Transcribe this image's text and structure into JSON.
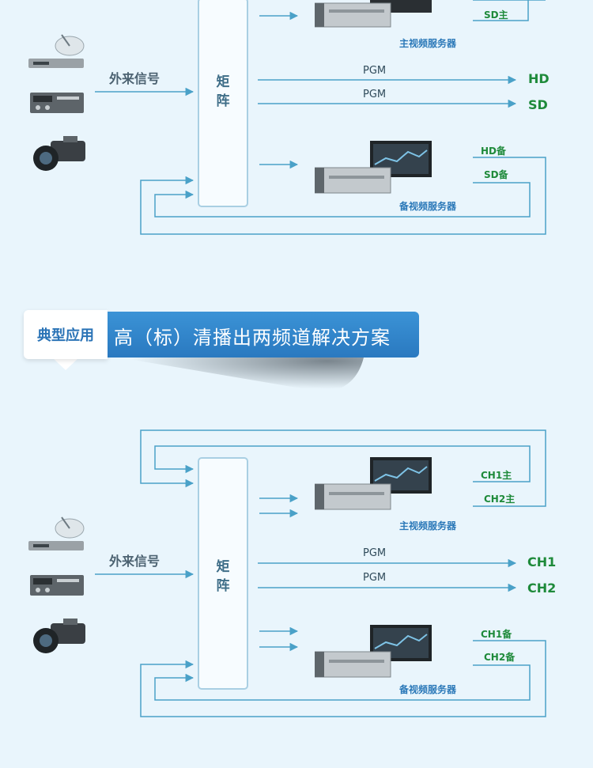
{
  "section1": {
    "source_label": "外来信号",
    "matrix_label": [
      "矩",
      "阵"
    ],
    "main_server_caption": "主视频服务器",
    "backup_server_caption": "备视频服务器",
    "main_outputs": [
      "SD主"
    ],
    "backup_outputs": [
      "HD备",
      "SD备"
    ],
    "pgm_labels": [
      "PGM",
      "PGM"
    ],
    "pgm_outputs": [
      "HD",
      "SD"
    ]
  },
  "banner": {
    "tag": "典型应用",
    "title": "高（标）清播出两频道解决方案"
  },
  "section2": {
    "source_label": "外来信号",
    "matrix_label": [
      "矩",
      "阵"
    ],
    "main_server_caption": "主视频服务器",
    "backup_server_caption": "备视频服务器",
    "main_outputs": [
      "CH1主",
      "CH2主"
    ],
    "backup_outputs": [
      "CH1备",
      "CH2备"
    ],
    "pgm_labels": [
      "PGM",
      "PGM"
    ],
    "pgm_outputs": [
      "CH1",
      "CH2"
    ]
  },
  "colors": {
    "line": "#4aa1c8",
    "output_green": "#1e8a3a",
    "banner_blue": "#2a79c0",
    "caption_blue": "#2a78b8"
  },
  "icons": [
    "satellite-receiver-icon",
    "vcr-deck-icon",
    "video-camera-icon",
    "server-rack-icon",
    "monitor-icon"
  ]
}
